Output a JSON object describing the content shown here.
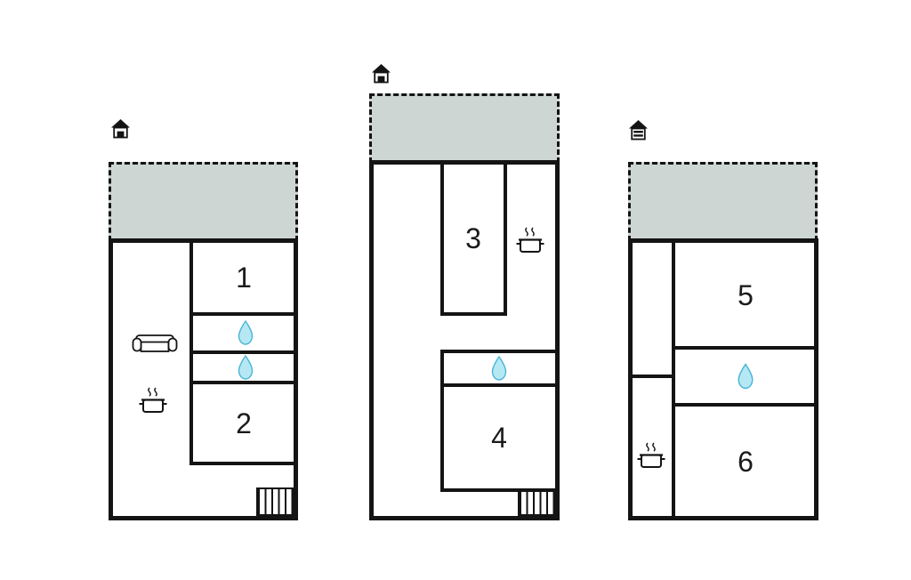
{
  "colors": {
    "background": "#ffffff",
    "wall": "#141414",
    "terrace_fill": "#cdd6d3",
    "drop_fill": "#b6e8f4",
    "drop_stroke": "#4ab5d6",
    "icon_stroke": "#141414"
  },
  "units": [
    {
      "name": "unit-left",
      "rooms": [
        {
          "label": "1"
        },
        {
          "label": "2"
        }
      ],
      "icons": [
        "house-level-icon",
        "terrace",
        "sofa-icon",
        "water-drop-icon",
        "water-drop-icon",
        "cooking-pot-icon",
        "stairs-icon"
      ]
    },
    {
      "name": "unit-middle",
      "rooms": [
        {
          "label": "3"
        },
        {
          "label": "4"
        }
      ],
      "icons": [
        "house-level-icon",
        "terrace",
        "cooking-pot-icon",
        "water-drop-icon",
        "stairs-icon"
      ]
    },
    {
      "name": "unit-right",
      "rooms": [
        {
          "label": "5"
        },
        {
          "label": "6"
        }
      ],
      "icons": [
        "house-level-icon",
        "terrace",
        "water-drop-icon",
        "cooking-pot-icon"
      ]
    }
  ]
}
